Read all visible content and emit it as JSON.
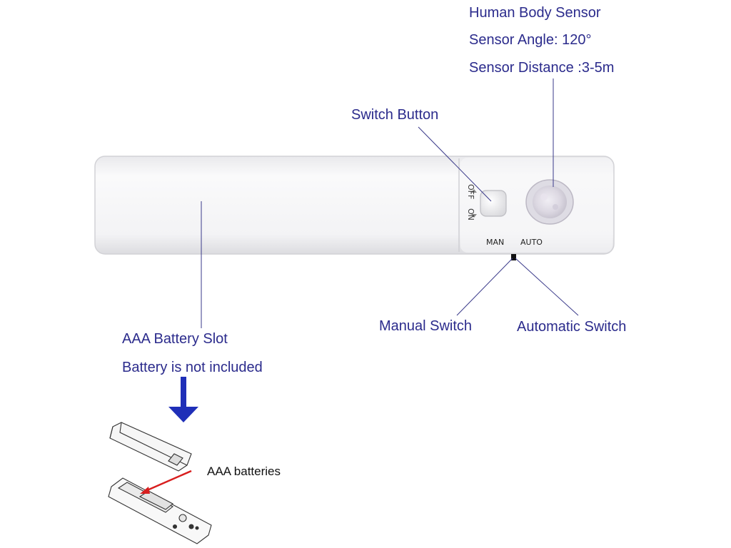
{
  "callouts": {
    "sensor_title": "Human Body Sensor",
    "sensor_angle": "Sensor Angle: 120°",
    "sensor_distance": "Sensor Distance :3-5m",
    "switch_button": "Switch Button",
    "manual_switch": "Manual Switch",
    "automatic_switch": "Automatic Switch",
    "battery_slot": "AAA Battery Slot",
    "battery_note": "Battery is not included",
    "aaa_batteries": "AAA batteries"
  },
  "device": {
    "off_label": "OFF",
    "on_label": "ON",
    "man_label": "MAN",
    "auto_label": "AUTO"
  },
  "colors": {
    "callout_text": "#2b2b8c",
    "leader_line": "#3a3a8a",
    "arrow_blue": "#1f2fb8",
    "arrow_red": "#d81e1e",
    "device_body": "#f4f4f6"
  }
}
